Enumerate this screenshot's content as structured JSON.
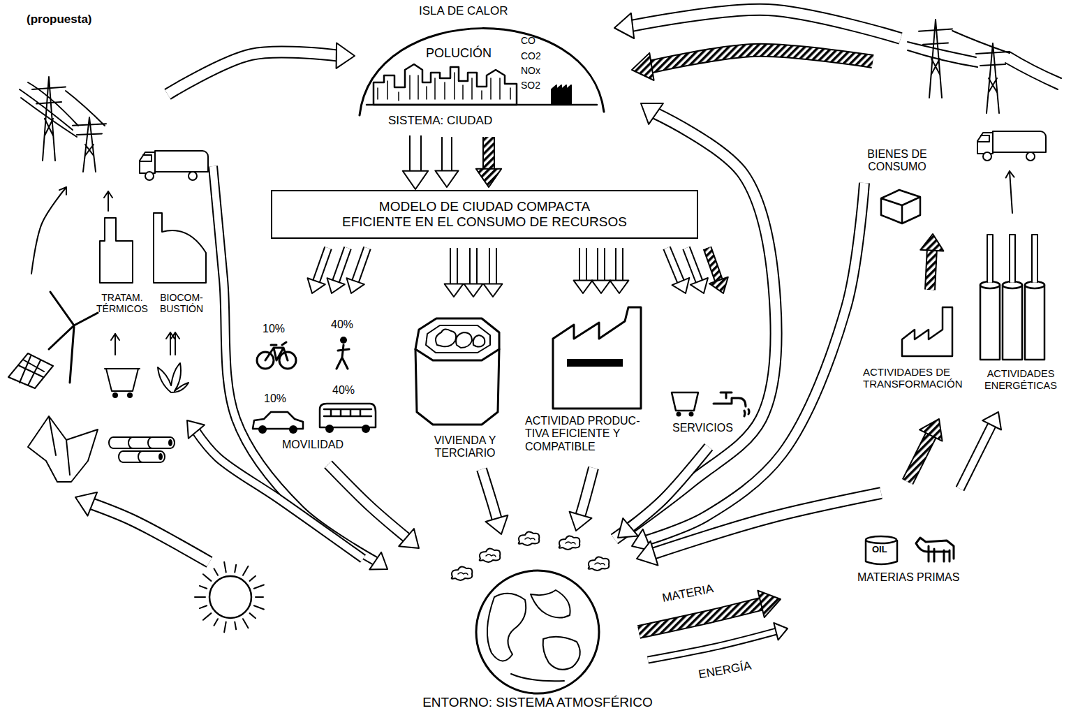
{
  "diagram": {
    "nodes": [
      {
        "text": [
          "ISLA DE CALOR",
          "POLUCIÓN",
          "CO",
          "CO2",
          "NOx",
          "SO2",
          "SISTEMA: CIUDAD"
        ]
      },
      {
        "text": [
          "MODELO DE CIUDAD COMPACTA EFICIENTE EN EL CONSUMO DE RECURSOS"
        ]
      },
      {
        "text": [
          "ENTORNO: SISTEMA ATMOSFÉRICO"
        ]
      }
    ],
    "edges": [
      {
        "from": 0,
        "to": 1,
        "arrow": "to"
      }
    ],
    "labels": [
      "(propuesta)",
      "TRATAM. TÉRMICOS",
      "BIOCOM- BUSTIÓN",
      "10%",
      "40%",
      "10%",
      "40%",
      "MOVILIDAD",
      "VIVIENDA Y TERCIARIO",
      "ACTIVIDAD PRODUC- TIVA EFICIENTE Y COMPATIBLE",
      "SERVICIOS",
      "BIENES DE CONSUMO",
      "ACTIVIDADES DE TRANSFORMACIÓN",
      "ACTIVIDADES ENERGÉTICAS",
      "OIL",
      "MATERIAS PRIMAS"
    ],
    "legend": [
      {
        "text": "MATERIA"
      },
      {
        "text": "ENERGÍA"
      }
    ]
  }
}
